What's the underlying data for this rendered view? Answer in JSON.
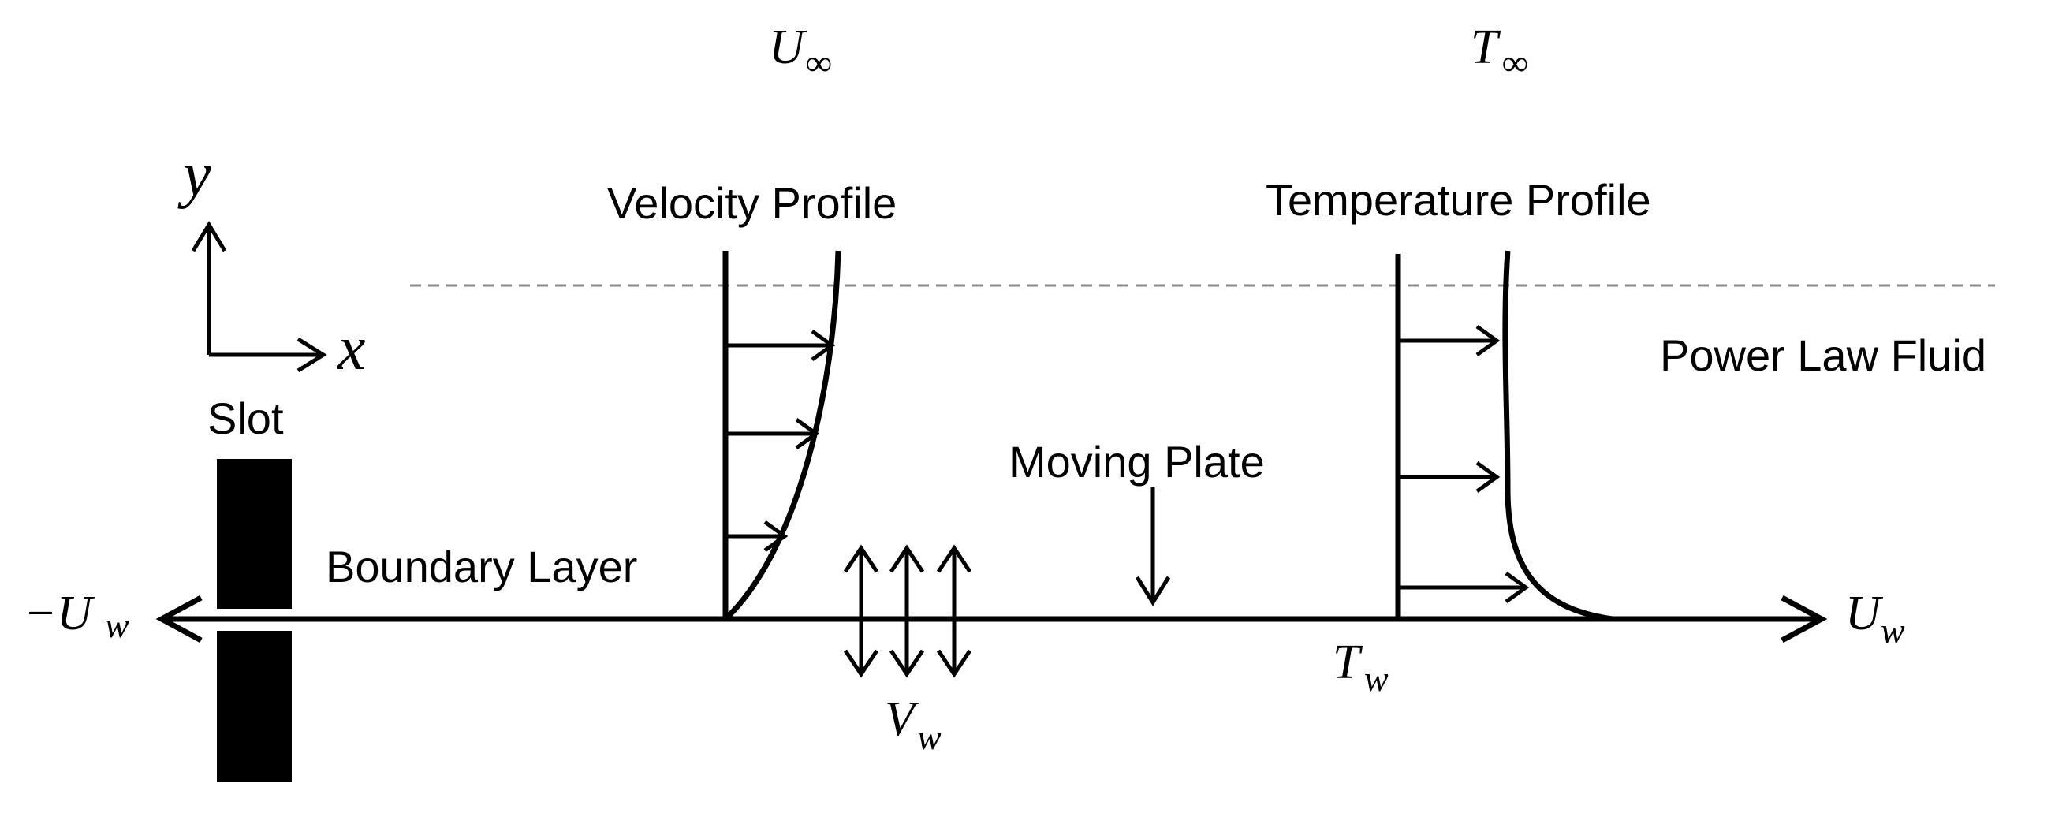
{
  "labels": {
    "u_inf_main": "U",
    "u_inf_sub": "∞",
    "t_inf_main": "T",
    "t_inf_sub": "∞",
    "axis_y": "y",
    "axis_x": "x",
    "velocity_profile": "Velocity Profile",
    "temperature_profile": "Temperature Profile",
    "power_law_fluid": "Power Law Fluid",
    "slot": "Slot",
    "moving_plate": "Moving Plate",
    "boundary_layer": "Boundary Layer",
    "neg_uw_main": "−U",
    "neg_uw_sub": "w",
    "uw_main": "U",
    "uw_sub": "w",
    "tw_main": "T",
    "tw_sub": "w",
    "vw_main": "V",
    "vw_sub": "w"
  },
  "colors": {
    "ink": "#000000",
    "dashed_line": "#8a8a8a",
    "background": "#ffffff"
  }
}
